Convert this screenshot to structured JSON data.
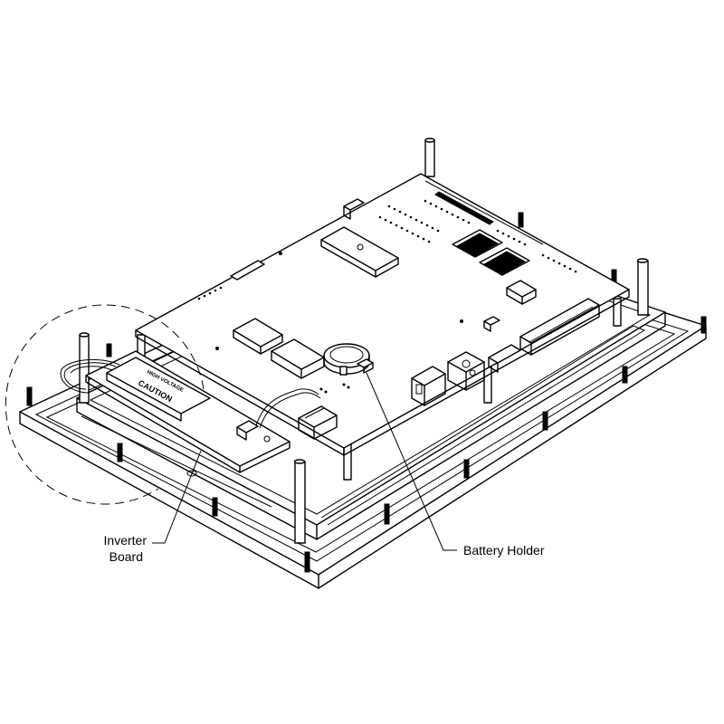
{
  "callouts": {
    "inverter_line1": "Inverter",
    "inverter_line2": "Board",
    "battery": "Battery Holder"
  },
  "inverter_print": {
    "line1": "CAUTION",
    "line2": "HIGH VOLTAGE"
  },
  "colors": {
    "ink": "#000000",
    "paper": "#ffffff"
  }
}
